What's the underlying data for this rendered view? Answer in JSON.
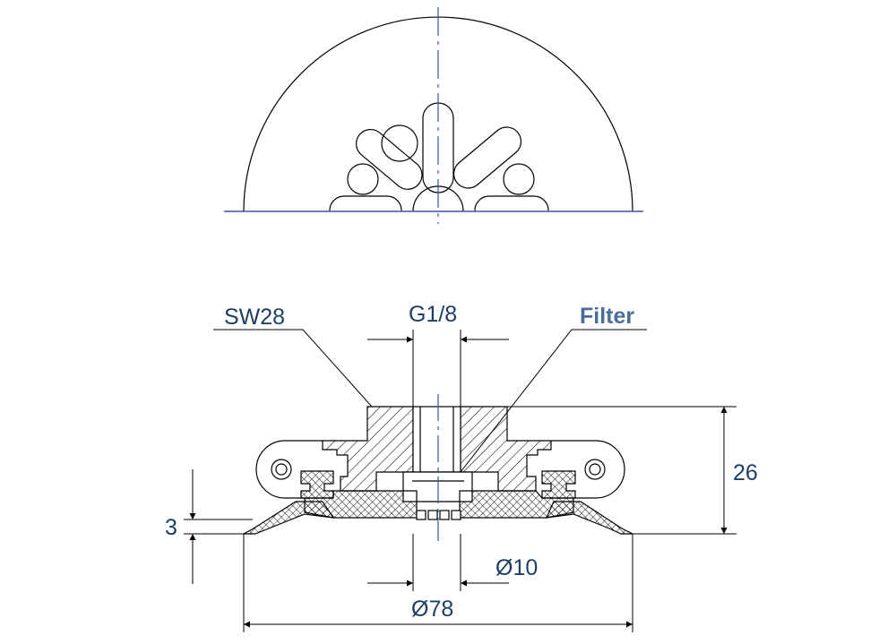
{
  "labels": {
    "sw": "SW28",
    "thread": "G1/8",
    "filter": "Filter",
    "height": "26",
    "lip": "3",
    "bore": "Ø10",
    "diameter": "Ø78"
  },
  "colors": {
    "line": "#000000",
    "text": "#1d3f66",
    "filter_text": "#4a6d9a",
    "axis": "#3a55a0",
    "background": "#ffffff"
  }
}
